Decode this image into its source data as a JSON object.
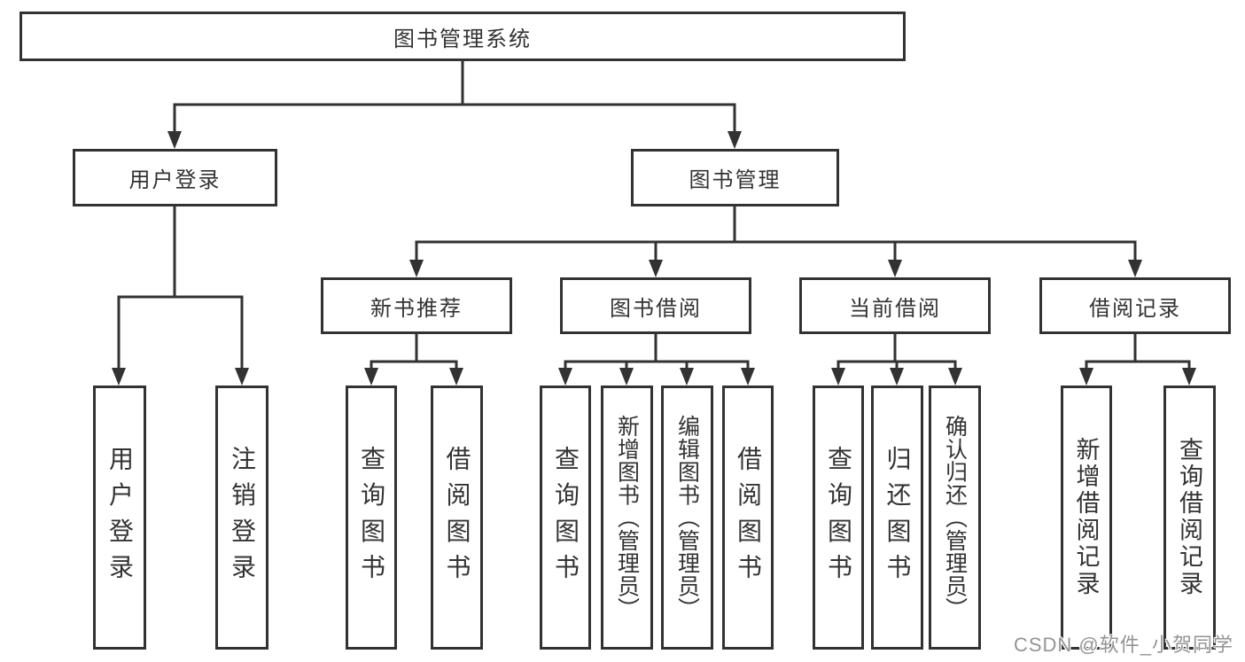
{
  "diagram": {
    "type": "hierarchy-tree",
    "root": {
      "label": "图书管理系统",
      "children": [
        {
          "label": "用户登录",
          "children": [
            {
              "label": "用户登录"
            },
            {
              "label": "注销登录"
            }
          ]
        },
        {
          "label": "图书管理",
          "children": [
            {
              "label": "新书推荐",
              "children": [
                {
                  "label": "查询图书"
                },
                {
                  "label": "借阅图书"
                }
              ]
            },
            {
              "label": "图书借阅",
              "children": [
                {
                  "label": "查询图书"
                },
                {
                  "label": "新增图书（管理员）"
                },
                {
                  "label": "编辑图书（管理员）"
                },
                {
                  "label": "借阅图书"
                }
              ]
            },
            {
              "label": "当前借阅",
              "children": [
                {
                  "label": "查询图书"
                },
                {
                  "label": "归还图书"
                },
                {
                  "label": "确认归还（管理员）"
                }
              ]
            },
            {
              "label": "借阅记录",
              "children": [
                {
                  "label": "新增借阅记录"
                },
                {
                  "label": "查询借阅记录"
                }
              ]
            }
          ]
        }
      ]
    }
  },
  "watermark": {
    "text": "CSDN @软件_小贺同学"
  },
  "colors": {
    "line": "#323232",
    "text": "#333333",
    "background": "#ffffff",
    "watermark_text": "#949494"
  }
}
